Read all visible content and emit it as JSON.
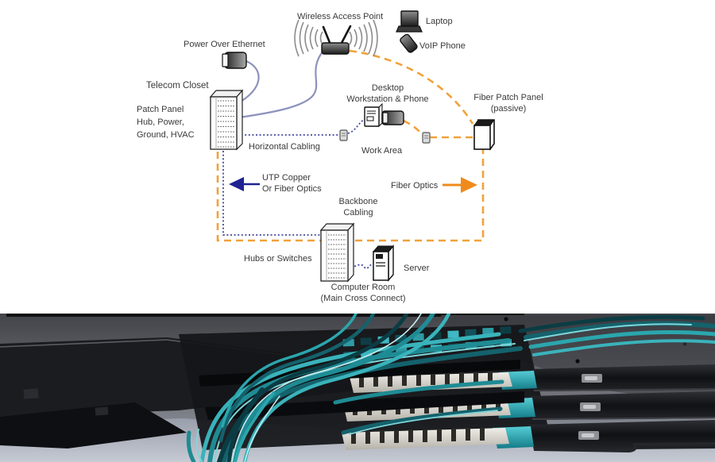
{
  "labels": {
    "wireless_access_point": "Wireless Access Point",
    "laptop": "Laptop",
    "voip_phone": "VoIP Phone",
    "power_over_ethernet": "Power Over Ethernet",
    "telecom_closet": "Telecom Closet",
    "patch_panel_line1": "Patch Panel",
    "patch_panel_line2": "Hub, Power,",
    "patch_panel_line3": "Ground, HVAC",
    "horizontal_cabling": "Horizontal Cabling",
    "desktop_line1": "Desktop",
    "desktop_line2": "Workstation & Phone",
    "work_area": "Work Area",
    "fiber_patch_panel_line1": "Fiber Patch Panel",
    "fiber_patch_panel_line2": "(passive)",
    "utp_line1": "UTP Copper",
    "utp_line2": "Or Fiber Optics",
    "fiber_optics": "Fiber Optics",
    "backbone_line1": "Backbone",
    "backbone_line2": "Cabling",
    "hubs_or_switches": "Hubs or Switches",
    "server": "Server",
    "computer_room_line1": "Computer Room",
    "computer_room_line2": "(Main Cross Connect)"
  },
  "connections": [
    {
      "from": "Power Over Ethernet",
      "to": "Telecom Closet",
      "type": "copper"
    },
    {
      "from": "Wireless Access Point",
      "to": "Telecom Closet",
      "type": "copper"
    },
    {
      "from": "Telecom Closet",
      "to": "Work Area",
      "type": "horizontal-cabling-copper"
    },
    {
      "from": "Wireless Access Point",
      "to": "Fiber Patch Panel (passive)",
      "type": "fiber"
    },
    {
      "from": "Work Area",
      "to": "Fiber Patch Panel (passive)",
      "type": "fiber"
    },
    {
      "from": "Fiber Patch Panel (passive)",
      "to": "Computer Room (Main Cross Connect)",
      "type": "fiber-backbone"
    },
    {
      "from": "Telecom Closet",
      "to": "Computer Room (Main Cross Connect)",
      "type": "copper-backbone"
    },
    {
      "from": "Hubs or Switches",
      "to": "Server",
      "type": "copper"
    }
  ],
  "colors": {
    "label_text": "#3a3a3a",
    "copper_curve": "#8d92bd",
    "copper_dotted": "#4347a0",
    "utp_arrow": "#1f2290",
    "fiber_dashed": "#f0a23a",
    "fiber_arrow": "#ef8b1d",
    "photo_cable_teal": "#2ba6ad",
    "photo_panel_black": "#141519",
    "photo_floor": "#b9bfca"
  }
}
